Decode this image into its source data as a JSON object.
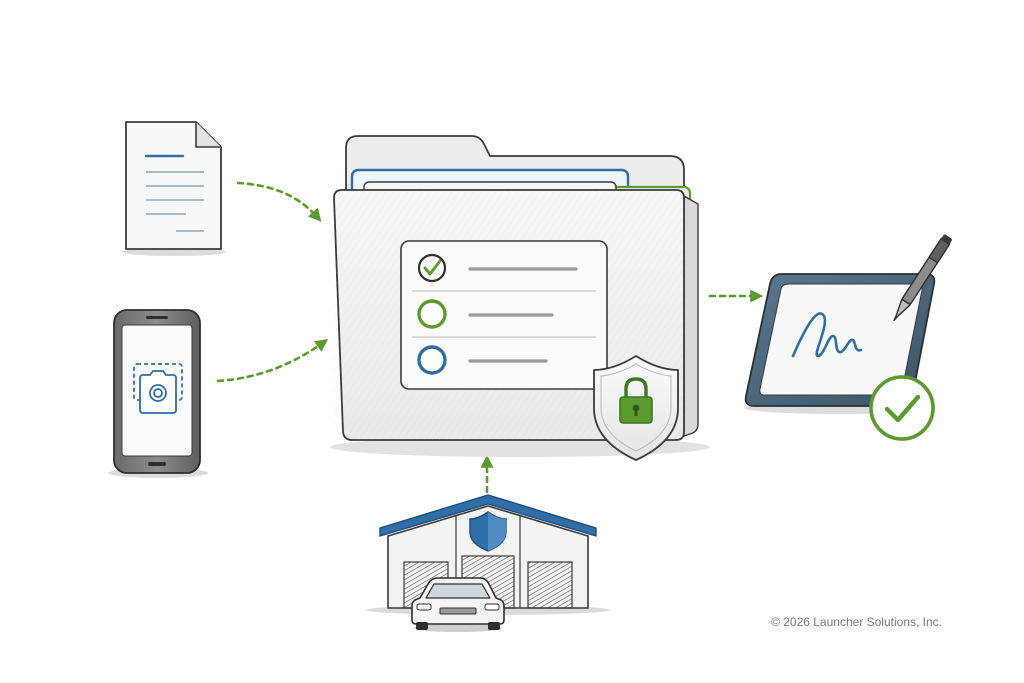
{
  "footer": {
    "copyright": "© 2026 Launcher Solutions, Inc."
  },
  "colors": {
    "accent_green": "#5a9a2e",
    "accent_blue": "#2f6ea6",
    "ink": "#3a3a3a",
    "paper": "#f6f6f6"
  },
  "icons": {
    "document": "document-icon",
    "phone": "phone-icon",
    "camera": "camera-icon",
    "folder": "folder-icon",
    "checklist": "checklist-icon",
    "shield_lock": "shield-lock-icon",
    "tablet": "tablet-icon",
    "pen": "stylus-icon",
    "signature": "signature-icon",
    "approved": "check-circle-icon",
    "dealership": "dealership-building-icon",
    "car": "car-icon"
  },
  "checklist": {
    "items": [
      {
        "state": "checked"
      },
      {
        "state": "pending-green"
      },
      {
        "state": "pending-blue"
      }
    ]
  }
}
